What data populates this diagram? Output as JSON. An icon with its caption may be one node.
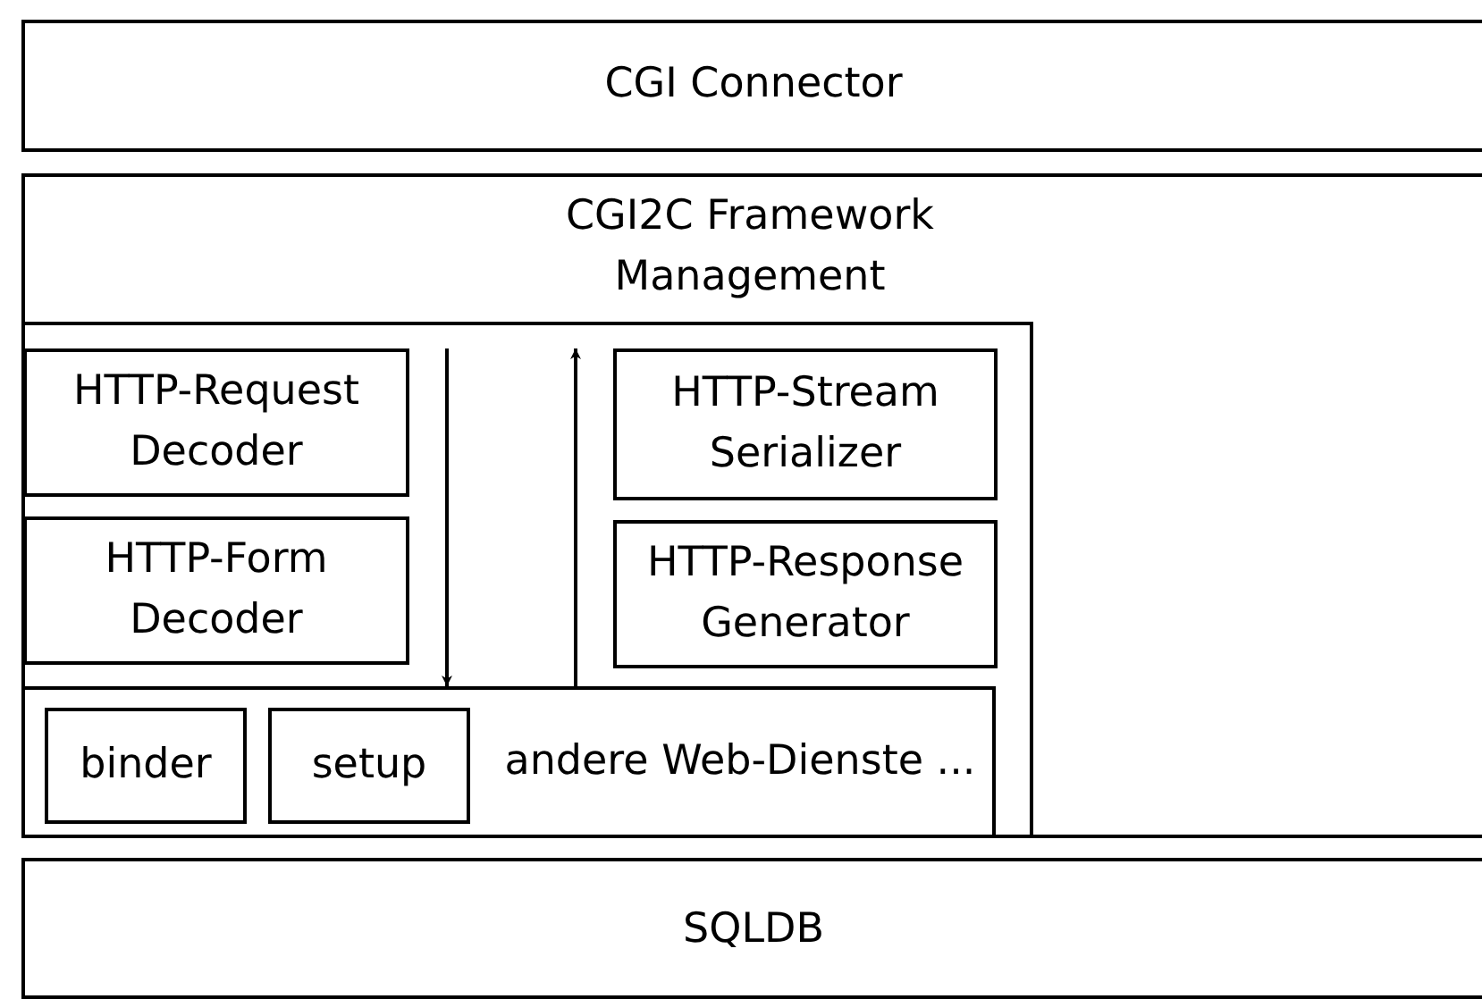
{
  "diagram": {
    "nodes": [
      {
        "text": [
          "CGI Connector"
        ]
      },
      {
        "text": [
          "CGI2C Framework Management"
        ]
      },
      {
        "text": [],
        "shape": "box",
        "in": 1
      },
      {
        "text": [
          "HTTP-Request Decoder"
        ],
        "in": 2
      },
      {
        "text": [
          "HTTP-Stream Serializer"
        ],
        "in": 2
      },
      {
        "text": [
          "HTTP-Form Decoder"
        ],
        "in": 2
      },
      {
        "text": [
          "HTTP-Response Generator"
        ],
        "in": 2
      },
      {
        "text": [
          "andere Web-Dienste ..."
        ],
        "in": 2
      },
      {
        "text": [
          "binder"
        ],
        "in": 7
      },
      {
        "text": [
          "setup"
        ],
        "in": 7
      },
      {
        "text": [
          "SQLDB"
        ]
      }
    ],
    "edges": [
      {
        "from": 2,
        "to": 7,
        "arrow": "to"
      },
      {
        "from": 7,
        "to": 2,
        "arrow": "to"
      }
    ]
  }
}
